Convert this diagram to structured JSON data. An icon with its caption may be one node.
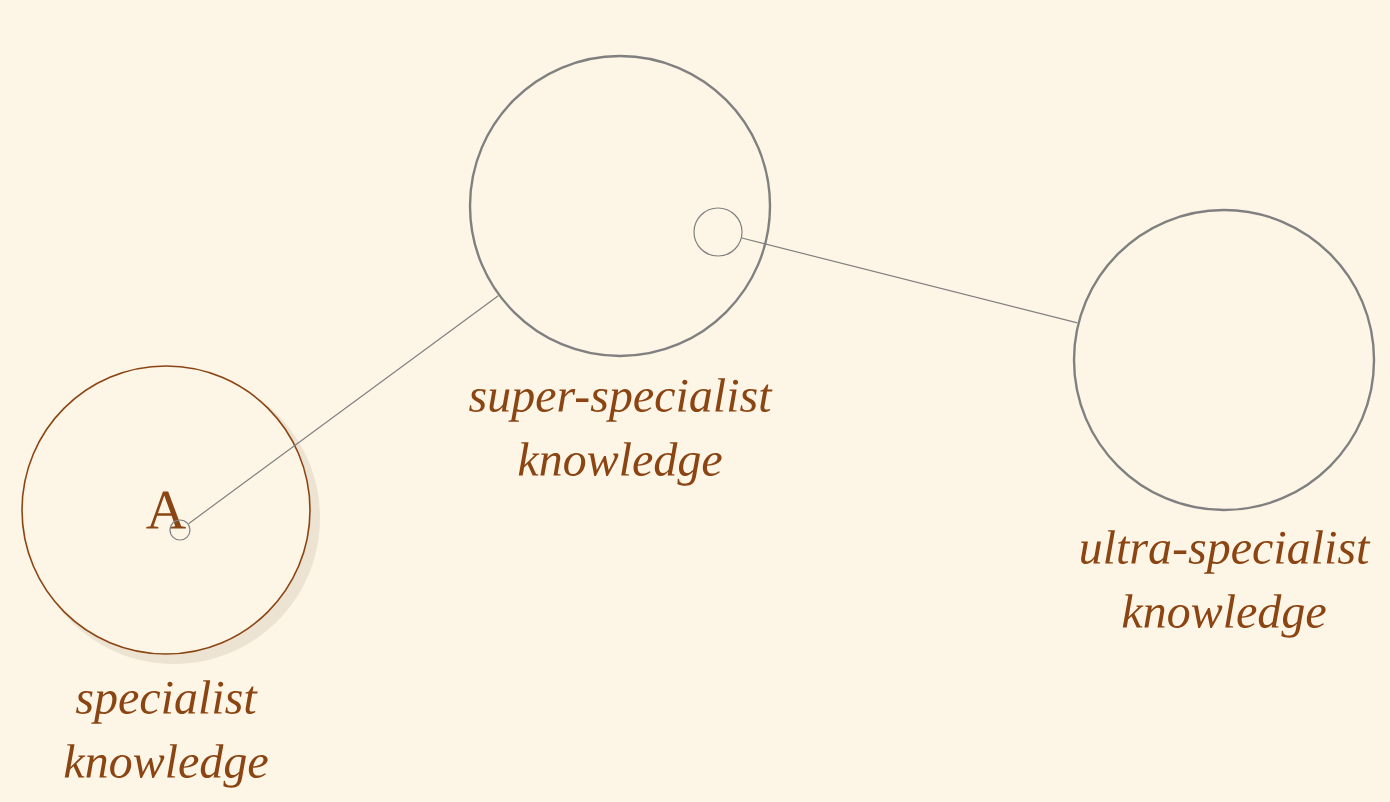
{
  "diagram": {
    "nodes": [
      {
        "text": [
          "A"
        ],
        "beside": [
          "specialist knowledge"
        ]
      },
      {
        "text": [],
        "shape": "circle",
        "in": 0
      },
      {
        "text": [],
        "shape": "circle",
        "beside": [
          "super-specialist knowledge"
        ]
      },
      {
        "text": [],
        "shape": "circle",
        "in": 2
      },
      {
        "text": [],
        "shape": "circle",
        "beside": [
          "ultra-specialist knowledge"
        ]
      }
    ],
    "edges": [
      {
        "from": 1,
        "to": 2,
        "arrow": "none"
      },
      {
        "from": 3,
        "to": 4,
        "arrow": "none"
      }
    ]
  }
}
